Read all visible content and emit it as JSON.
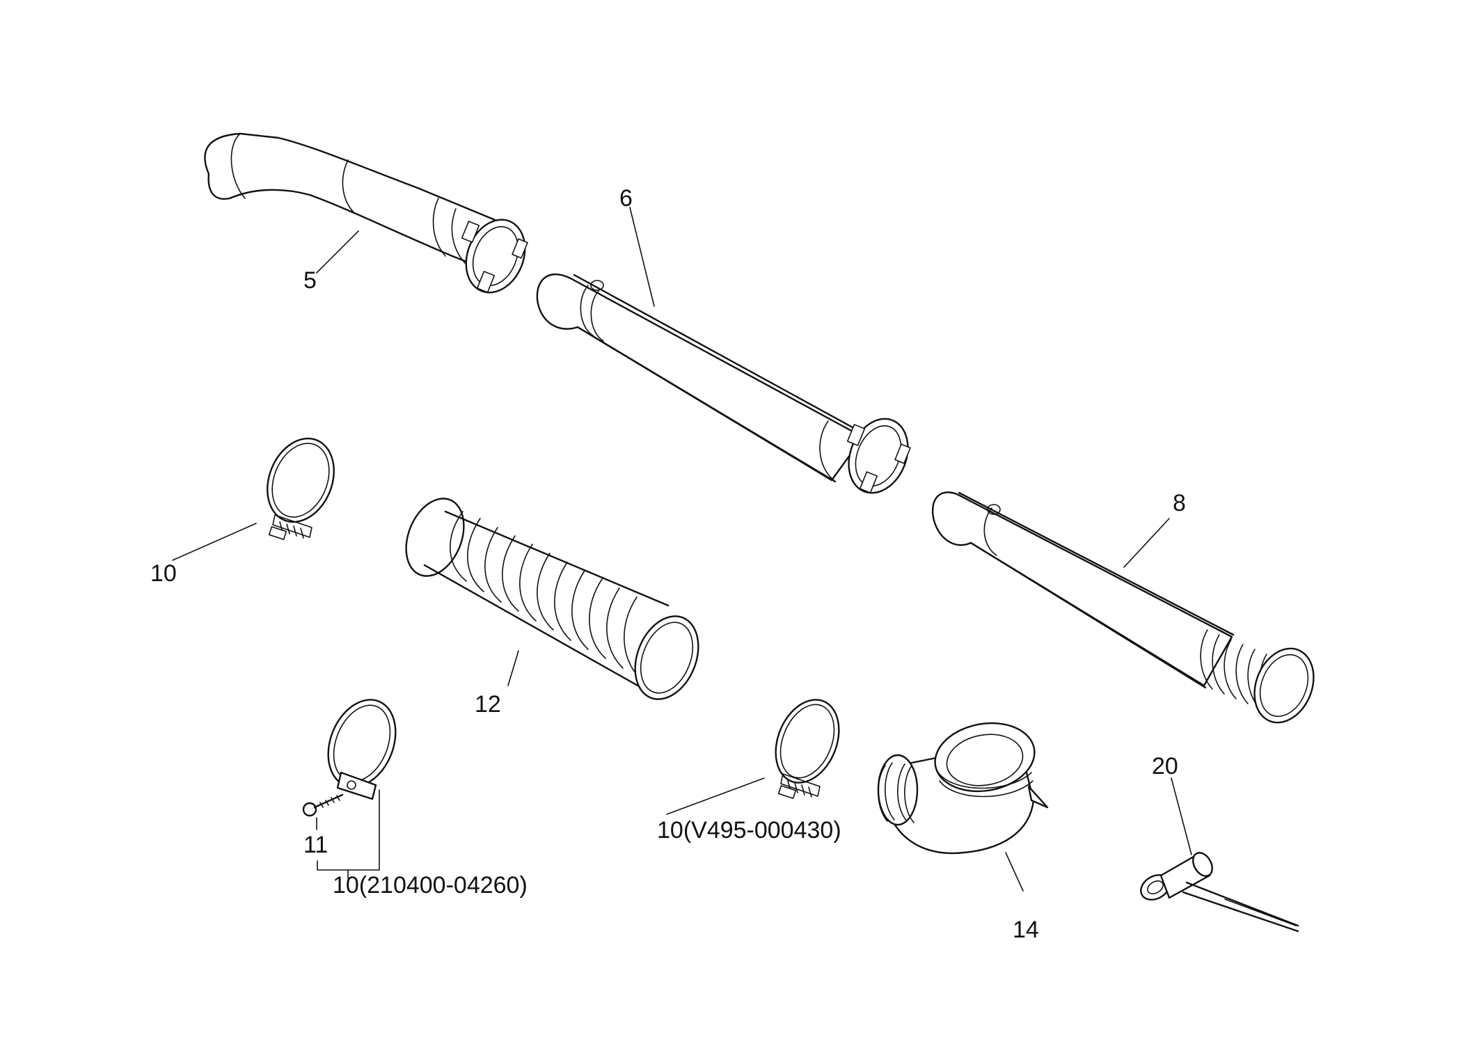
{
  "callouts": {
    "part_5": "5",
    "part_6": "6",
    "part_8": "8",
    "part_10_a": "10",
    "part_12": "12",
    "part_10_b": "10(V495-000430)",
    "part_11": "11",
    "part_10_c": "10(210400-04260)",
    "part_14": "14",
    "part_20": "20"
  },
  "colors": {
    "line": "#111111",
    "background": "#ffffff"
  }
}
